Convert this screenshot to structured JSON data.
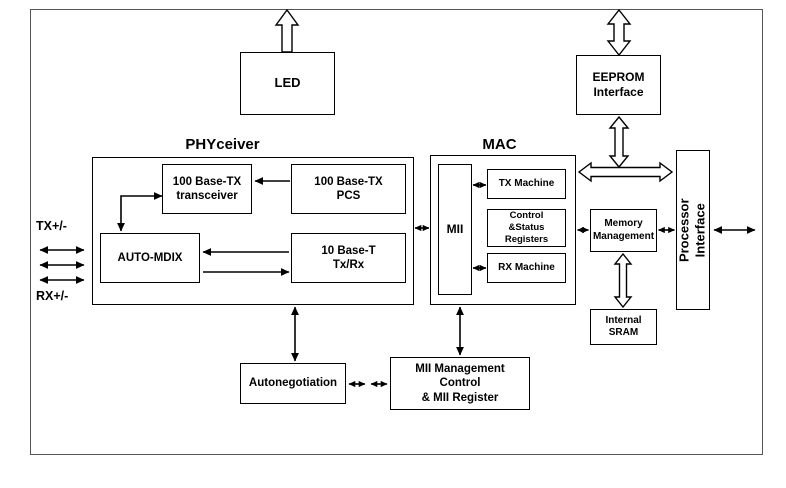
{
  "colors": {
    "ink": "#000000",
    "background": "#ffffff"
  },
  "group_labels": {
    "phyceiver": "PHYceiver",
    "mac": "MAC"
  },
  "pin_labels": {
    "tx": "TX+/-",
    "rx": "RX+/-"
  },
  "boxes": {
    "led": "LED",
    "eeprom_interface": "EEPROM\nInterface",
    "tx_transceiver": "100 Base-TX\ntransceiver",
    "tx_pcs": "100 Base-TX\nPCS",
    "auto_mdix": "AUTO-MDIX",
    "base_t": "10 Base-T\nTx/Rx",
    "mii": "MII",
    "tx_machine": "TX Machine",
    "control_status_registers": "Control\n&Status\nRegisters",
    "rx_machine": "RX Machine",
    "memory_management": "Memory\nManagement",
    "internal_sram": "Internal\nSRAM",
    "processor_interface": "Processor\nInterface",
    "autonegotiation": "Autonegotiation",
    "mii_management": "MII Management\nControl\n& MII Register"
  }
}
